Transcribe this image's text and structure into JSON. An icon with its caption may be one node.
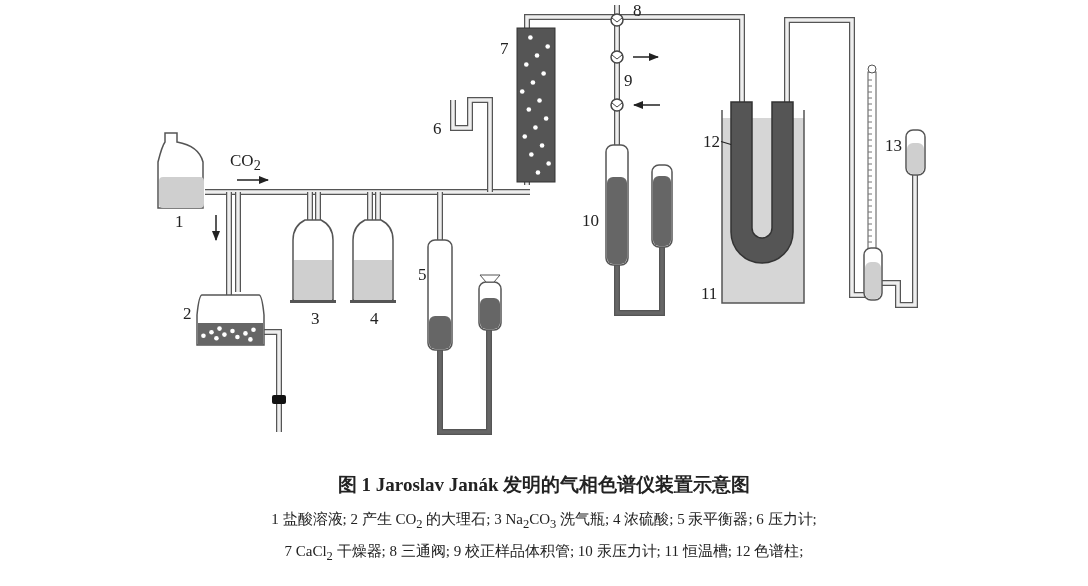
{
  "diagram": {
    "title": "图 1 Jaroslav Janák 发明的气相色谱仪装置示意图",
    "nodes": [
      {
        "text": [
          "12"
        ]
      },
      {
        "text": [],
        "shape": "picture"
      }
    ],
    "edges": [
      {
        "from": 0,
        "to": 1,
        "arrow": "none"
      }
    ],
    "labels": [
      "8",
      "7",
      "6",
      "9",
      "CO$_{2}$",
      "1",
      "10",
      "13",
      "5",
      "2",
      "3",
      "4",
      "11",
      "1 盐酸溶液; 2 产生 CO$_{2}$ 的大理石; 3 Na$_{2}$CO$_{3}$ 洗气瓶; 4 浓硫酸; 5 汞平衡器; 6 压力计;",
      "7 CaCl$_{2}$ 干燥器; 8 三通阀; 9 校正样品体积管; 10 汞压力计; 11 恒温槽; 12 色谱柱;"
    ]
  }
}
